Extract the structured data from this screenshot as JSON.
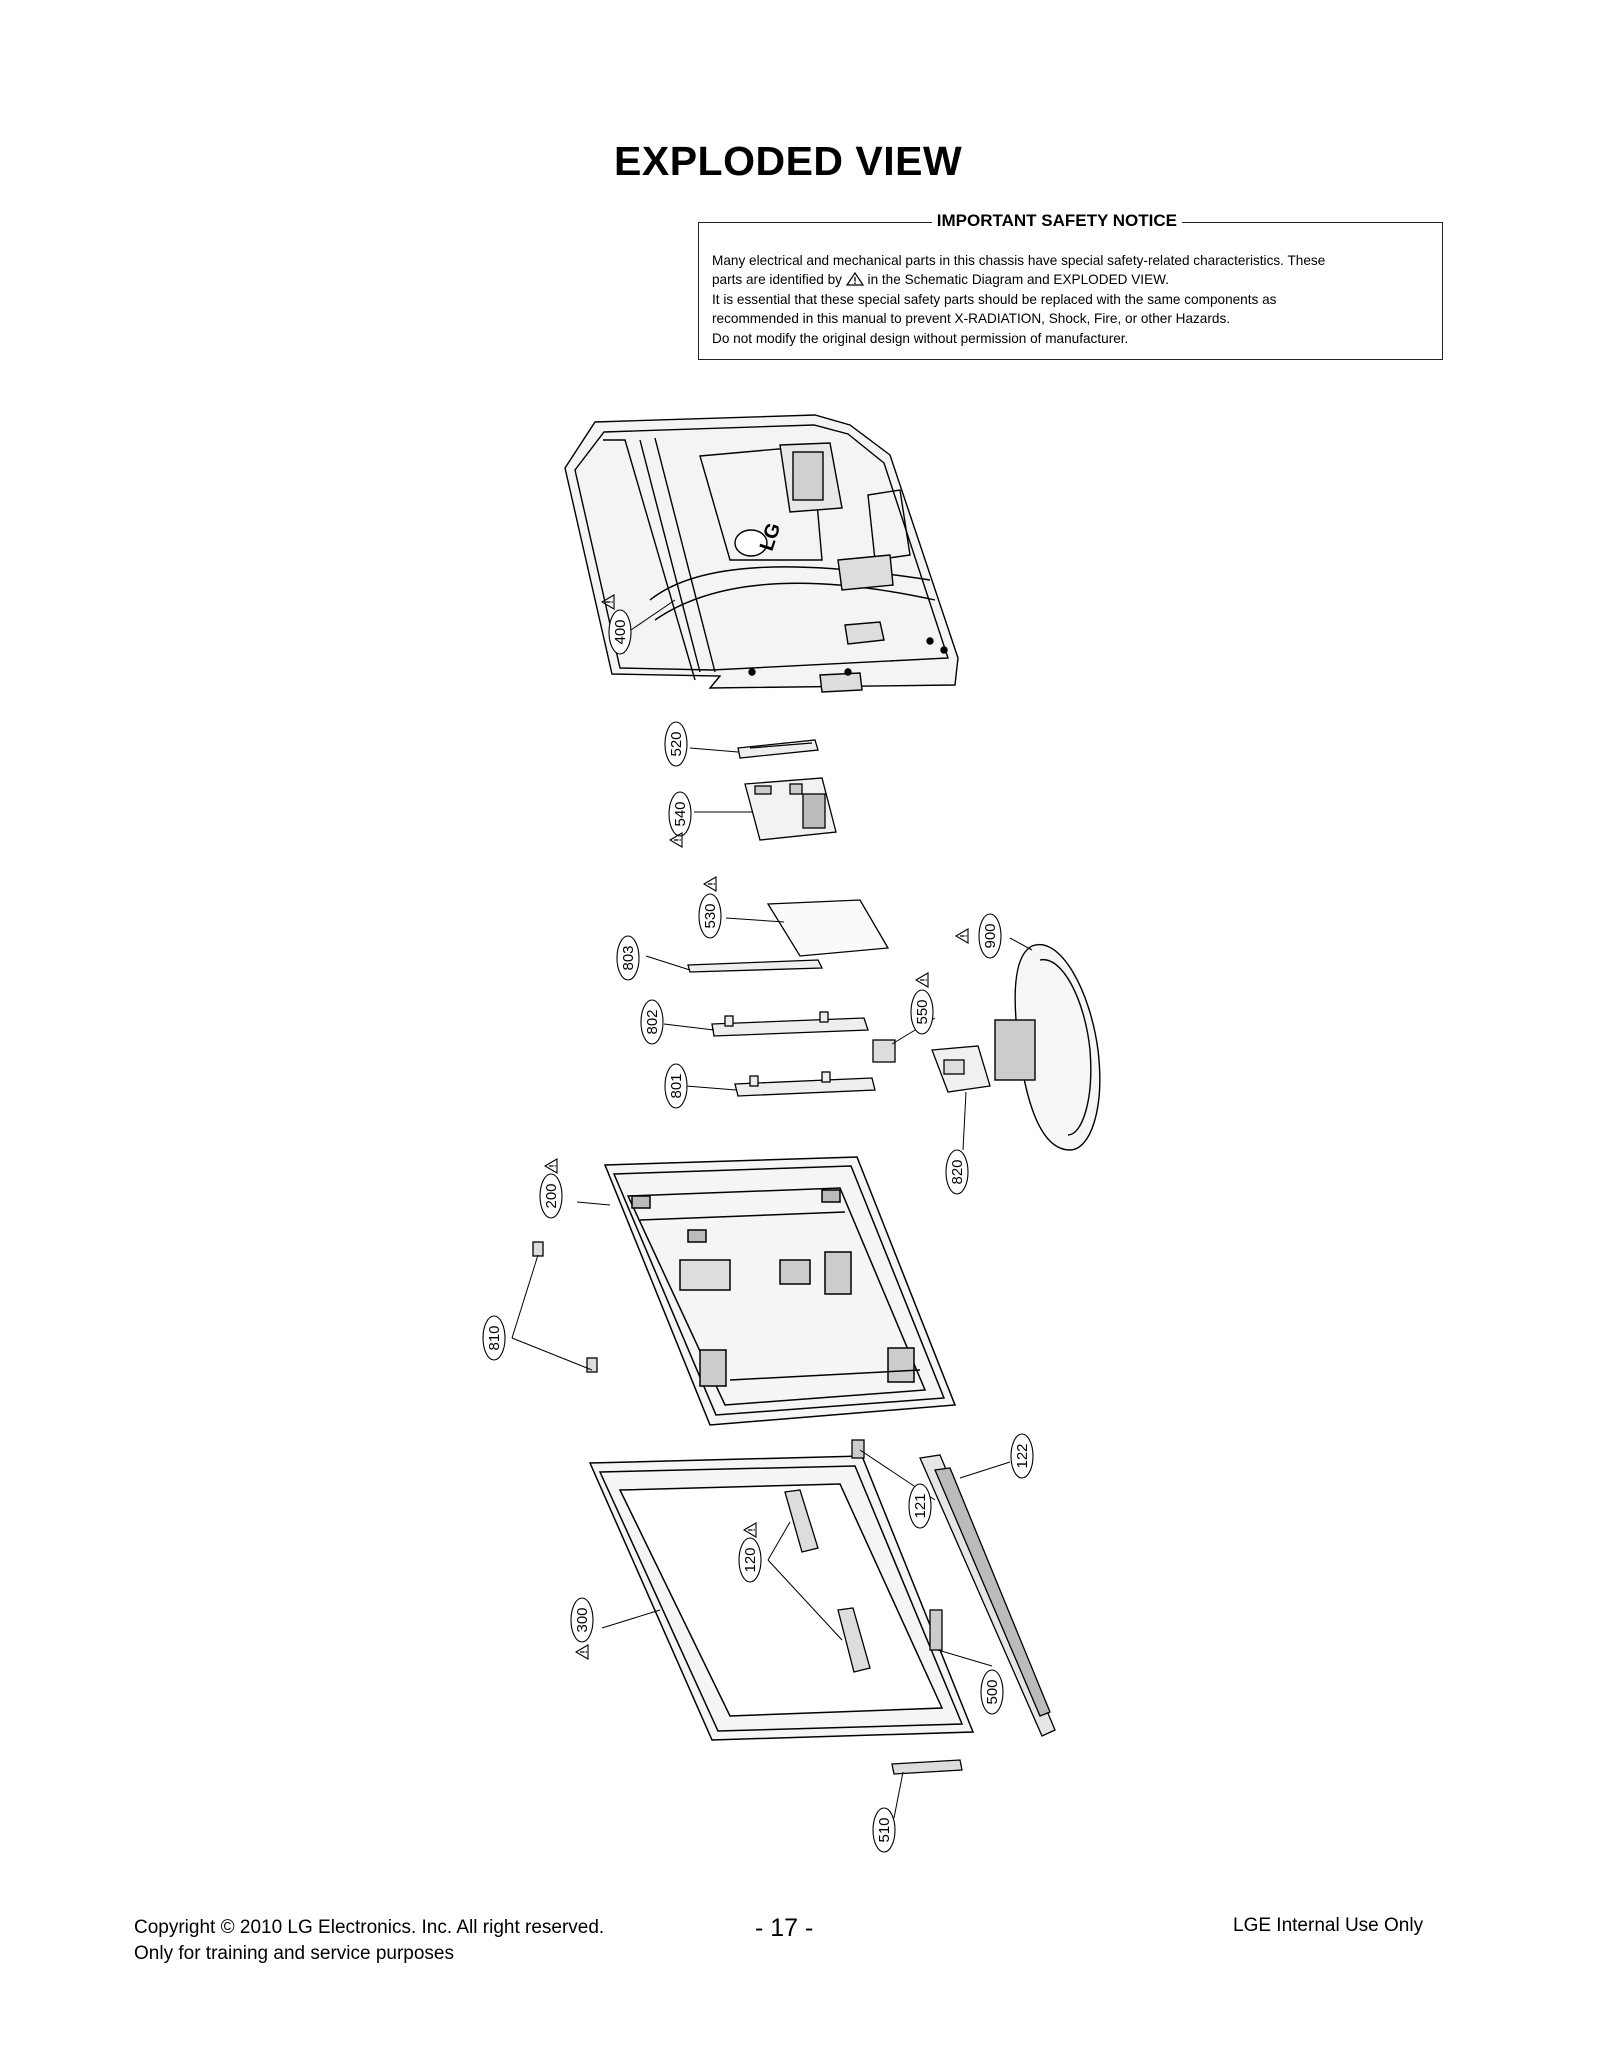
{
  "page": {
    "title": "EXPLODED VIEW"
  },
  "notice": {
    "heading": "IMPORTANT SAFETY NOTICE",
    "line1": "Many electrical and mechanical parts in this chassis have special safety-related characteristics. These",
    "line2_before": "parts are identified by",
    "line2_after": "in the Schematic Diagram and EXPLODED VIEW.",
    "line3": "It is essential that these special safety parts should be replaced with the same components as",
    "line4": "recommended in this manual to prevent X-RADIATION, Shock, Fire, or other Hazards.",
    "line5": "Do not modify the original design without permission of manufacturer."
  },
  "diagram": {
    "brand_logo": "LG",
    "parts": [
      {
        "label": "400",
        "safety": true
      },
      {
        "label": "520",
        "safety": false
      },
      {
        "label": "540",
        "safety": true
      },
      {
        "label": "530",
        "safety": true
      },
      {
        "label": "803",
        "safety": false
      },
      {
        "label": "802",
        "safety": false
      },
      {
        "label": "550",
        "safety": true
      },
      {
        "label": "801",
        "safety": false
      },
      {
        "label": "900",
        "safety": true
      },
      {
        "label": "820",
        "safety": false
      },
      {
        "label": "200",
        "safety": true
      },
      {
        "label": "810",
        "safety": false
      },
      {
        "label": "122",
        "safety": false
      },
      {
        "label": "121",
        "safety": false
      },
      {
        "label": "120",
        "safety": true
      },
      {
        "label": "300",
        "safety": true
      },
      {
        "label": "500",
        "safety": false
      },
      {
        "label": "510",
        "safety": false
      }
    ]
  },
  "footer": {
    "copyright": "Copyright © 2010 LG Electronics. Inc. All right reserved.",
    "purpose": "Only for training and service purposes",
    "page_number": "- 17 -",
    "internal": "LGE Internal Use Only"
  }
}
